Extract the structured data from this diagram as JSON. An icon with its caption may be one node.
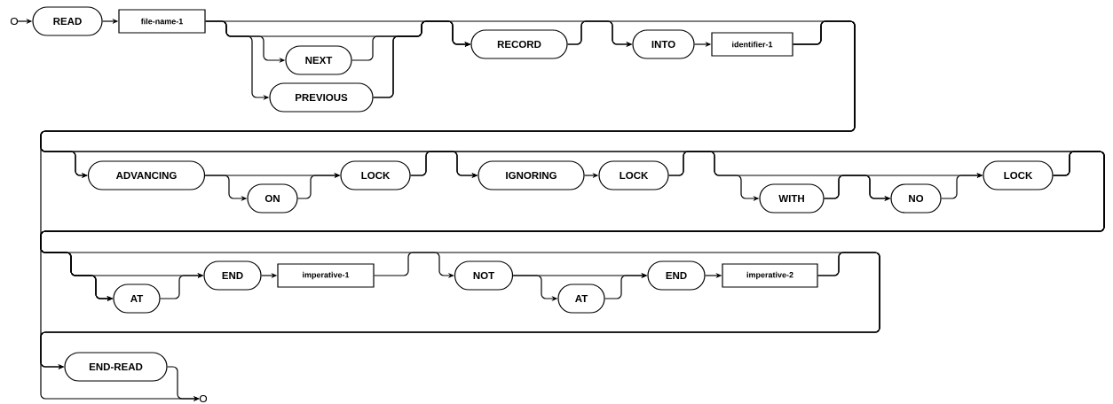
{
  "diagram": {
    "nodes": [
      {
        "text": [],
        "shape": "circle"
      },
      {
        "text": [
          "READ"
        ]
      },
      {
        "text": [
          "file-name-1"
        ]
      },
      {
        "text": [
          "NEXT"
        ]
      },
      {
        "text": [
          "PREVIOUS"
        ]
      },
      {
        "text": [
          "RECORD"
        ]
      },
      {
        "text": [
          "INTO"
        ]
      },
      {
        "text": [
          "identifier-1"
        ]
      },
      {
        "text": [
          "ADVANCING"
        ]
      },
      {
        "text": [
          "ON"
        ]
      },
      {
        "text": [
          "LOCK"
        ]
      },
      {
        "text": [
          "IGNORING"
        ]
      },
      {
        "text": [
          "LOCK"
        ]
      },
      {
        "text": [
          "WITH"
        ]
      },
      {
        "text": [
          "NO"
        ]
      },
      {
        "text": [
          "LOCK"
        ]
      },
      {
        "text": [
          "AT"
        ]
      },
      {
        "text": [
          "END"
        ]
      },
      {
        "text": [
          "imperative-1"
        ]
      },
      {
        "text": [
          "NOT"
        ]
      },
      {
        "text": [
          "AT"
        ]
      },
      {
        "text": [
          "END"
        ]
      },
      {
        "text": [
          "imperative-2"
        ]
      },
      {
        "text": [
          "END-READ"
        ]
      },
      {
        "text": [],
        "shape": "circle"
      }
    ],
    "edges": [
      {
        "from": 0,
        "to": 1,
        "arrow": "to"
      },
      {
        "from": 1,
        "to": 2,
        "arrow": "to"
      },
      {
        "from": 2,
        "to": 3,
        "arrow": "to"
      },
      {
        "from": 2,
        "to": 4,
        "arrow": "to"
      },
      {
        "from": 2,
        "to": 5,
        "arrow": "to"
      },
      {
        "from": 3,
        "to": 5,
        "arrow": "to"
      },
      {
        "from": 4,
        "to": 5,
        "arrow": "to"
      },
      {
        "from": 4,
        "to": 6,
        "arrow": "to"
      },
      {
        "from": 5,
        "to": 6,
        "arrow": "to"
      },
      {
        "from": 6,
        "to": 7,
        "arrow": "to"
      },
      {
        "from": 5,
        "to": 8,
        "arrow": "to"
      },
      {
        "from": 7,
        "to": 8,
        "arrow": "to"
      },
      {
        "from": 7,
        "to": 11,
        "arrow": "to"
      },
      {
        "from": 7,
        "to": 16,
        "arrow": "to"
      },
      {
        "from": 8,
        "to": 9,
        "arrow": "to"
      },
      {
        "from": 8,
        "to": 10,
        "arrow": "to"
      },
      {
        "from": 9,
        "to": 10,
        "arrow": "to"
      },
      {
        "from": 10,
        "to": 11,
        "arrow": "to"
      },
      {
        "from": 10,
        "to": 13,
        "arrow": "to"
      },
      {
        "from": 11,
        "to": 12,
        "arrow": "to"
      },
      {
        "from": 12,
        "to": 14,
        "arrow": "to"
      },
      {
        "from": 12,
        "to": 16,
        "arrow": "to"
      },
      {
        "from": 13,
        "to": 14,
        "arrow": "to"
      },
      {
        "from": 13,
        "to": 15,
        "arrow": "to"
      },
      {
        "from": 14,
        "to": 15,
        "arrow": "to"
      },
      {
        "from": 15,
        "to": 16,
        "arrow": "to"
      },
      {
        "from": 15,
        "to": 17,
        "arrow": "to"
      },
      {
        "from": 15,
        "to": 23,
        "arrow": "to"
      },
      {
        "from": 16,
        "to": 17,
        "arrow": "to"
      },
      {
        "from": 17,
        "to": 18,
        "arrow": "to"
      },
      {
        "from": 18,
        "to": 19,
        "arrow": "to"
      },
      {
        "from": 19,
        "to": 20,
        "arrow": "to"
      },
      {
        "from": 19,
        "to": 21,
        "arrow": "to"
      },
      {
        "from": 20,
        "to": 21,
        "arrow": "to"
      },
      {
        "from": 21,
        "to": 22,
        "arrow": "to"
      },
      {
        "from": 22,
        "to": 23,
        "arrow": "to"
      },
      {
        "from": 22,
        "to": 24,
        "arrow": "to"
      },
      {
        "from": 23,
        "to": 24,
        "arrow": "to"
      }
    ]
  }
}
